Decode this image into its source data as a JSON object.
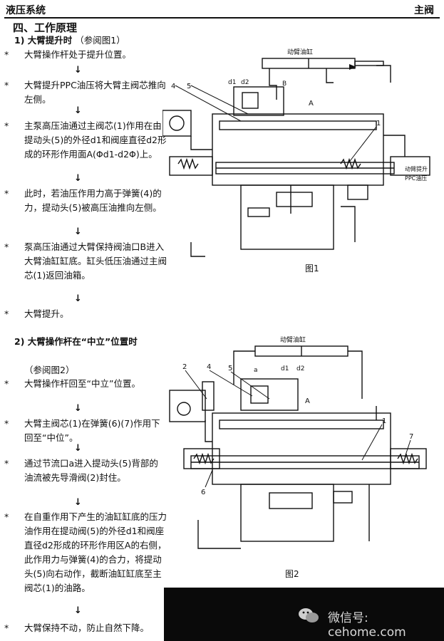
{
  "header": {
    "left": "液压系统",
    "right": "主阀"
  },
  "section_title": "四、工作原理",
  "part1": {
    "title": "1) 大臂提升时",
    "ref": "（参阅图1）",
    "steps": [
      "大臂操作杆处于提升位置。",
      "大臂提升PPC油压将大臂主阀芯推向左侧。",
      "主泵高压油通过主阀芯(1)作用在由提动头(5)的外径d1和阀座直径d2形成的环形作用面A(Φd1-d2Φ)上。",
      "此时，若油压作用力高于弹簧(4)的力，提动头(5)被高压油推向左侧。",
      "泵高压油通过大臂保持阀油口B进入大臂油缸缸底。缸头低压油通过主阀芯(1)返回油箱。",
      "大臂提升。"
    ]
  },
  "part2": {
    "title": "2) 大臂操作杆在“中立”位置时",
    "ref": "（参阅图2）",
    "steps": [
      "大臂操作杆回至“中立”位置。",
      "大臂主阀芯(1)在弹簧(6)(7)作用下回至“中位”。",
      "通过节流口a进入提动头(5)背部的油流被先导滑阀(2)封住。",
      "在自重作用下产生的油缸缸底的压力油作用在提动阀(5)的外径d1和阀座直径d2形成的环形作用区A的右侧，此作用力与弹簧(4)的合力，将提动头(5)向右动作，截断油缸缸底至主阀芯(1)的油路。",
      "大臂保持不动，防止自然下降。"
    ]
  },
  "arrow_glyph": "↓",
  "star_glyph": "*",
  "fig1": {
    "caption": "图1",
    "labels": {
      "cylinder": "动臂油缸",
      "d1": "d1",
      "d2": "d2",
      "B": "B",
      "A": "A",
      "n4": "4",
      "n5": "5",
      "n1": "1",
      "ppc": "动臂提升",
      "ppc2": "PPC油压"
    }
  },
  "fig2": {
    "caption": "图2",
    "labels": {
      "cylinder": "动臂油缸",
      "a": "a",
      "d1": "d1",
      "d2": "d2",
      "A": "A",
      "n2": "2",
      "n4": "4",
      "n5": "5",
      "n1": "1",
      "n7": "7",
      "n6": "6"
    }
  },
  "watermark": {
    "text": "微信号: cehome.com"
  }
}
